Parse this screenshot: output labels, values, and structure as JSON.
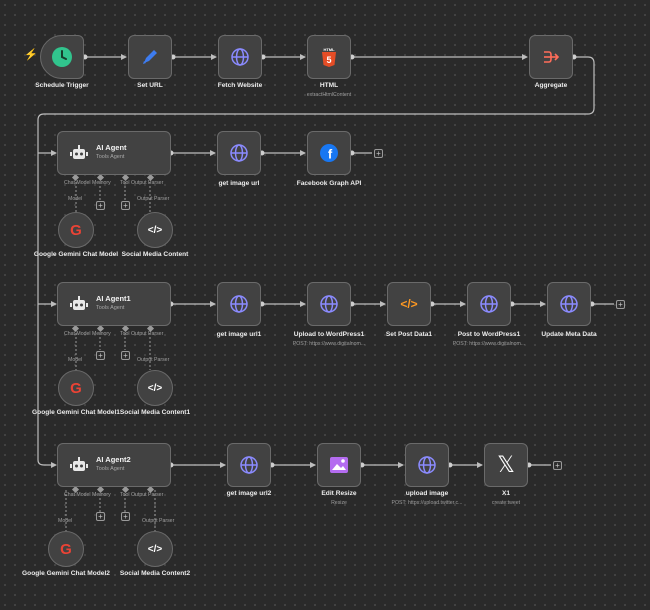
{
  "trigger_icon": "lightning-bolt-icon",
  "row1": {
    "schedule": {
      "label": "Schedule Trigger",
      "icon": "clock-icon"
    },
    "set_url": {
      "label": "Set URL",
      "icon": "pen-icon"
    },
    "fetch": {
      "label": "Fetch Website",
      "icon": "globe-icon"
    },
    "html": {
      "label": "HTML",
      "sub": "extractHtmlContent",
      "icon": "html5-icon"
    },
    "aggregate": {
      "label": "Aggregate",
      "icon": "aggregate-icon"
    }
  },
  "group1": {
    "agent_title": "AI Agent",
    "agent_sub": "Tools Agent",
    "handles": {
      "chat_model": "Chat Model",
      "memory": "Memory",
      "tool": "Tool",
      "output_parser": "Output Parser"
    },
    "model_tag": "Model",
    "parser_tag": "Output Parser",
    "gemini_label": "Google Gemini Chat Model",
    "parser_label": "Social Media Content",
    "nodes": [
      {
        "label": "get image url",
        "sub": "",
        "icon": "globe-icon"
      },
      {
        "label": "Facebook Graph API",
        "sub": "",
        "icon": "facebook-icon"
      }
    ]
  },
  "group2": {
    "agent_title": "AI Agent1",
    "agent_sub": "Tools Agent",
    "handles": {
      "chat_model": "Chat Model",
      "memory": "Memory",
      "tool": "Tool",
      "output_parser": "Output Parser"
    },
    "model_tag": "Model",
    "parser_tag": "Output Parser",
    "gemini_label": "Google Gemini Chat Model1",
    "parser_label": "Social Media Content1",
    "nodes": [
      {
        "label": "get image url1",
        "sub": "",
        "icon": "globe-icon"
      },
      {
        "label": "Upload to WordPress1",
        "sub": "POST: https://www.digitalnom...",
        "icon": "globe-icon"
      },
      {
        "label": "Set Post Data1",
        "sub": "",
        "icon": "code-icon"
      },
      {
        "label": "Post to WordPress1",
        "sub": "POST: https://www.digitalnom...",
        "icon": "globe-icon"
      },
      {
        "label": "Update Meta Data",
        "sub": "",
        "icon": "globe-icon"
      }
    ]
  },
  "group3": {
    "agent_title": "AI Agent2",
    "agent_sub": "Tools Agent",
    "handles": {
      "chat_model": "Chat Model",
      "memory": "Memory",
      "tool": "Tool",
      "output_parser": "Output Parser"
    },
    "model_tag": "Model",
    "parser_tag": "Output Parser",
    "gemini_label": "Google Gemini Chat Model2",
    "parser_label": "Social Media Content2",
    "nodes": [
      {
        "label": "get image url2",
        "sub": "",
        "icon": "globe-icon"
      },
      {
        "label": "Edit Resize",
        "sub": "Resize",
        "icon": "image-icon"
      },
      {
        "label": "upload image",
        "sub": "POST: https://upload.twitter.c...",
        "icon": "globe-icon"
      },
      {
        "label": "X1",
        "sub": "create:tweet",
        "icon": "x-logo-icon"
      }
    ]
  },
  "colors": {
    "background": "#2a2a2a",
    "node": "#424242",
    "border": "#6a6a6a",
    "accent": "#ff6d5a",
    "globe": "#8b8bff"
  }
}
